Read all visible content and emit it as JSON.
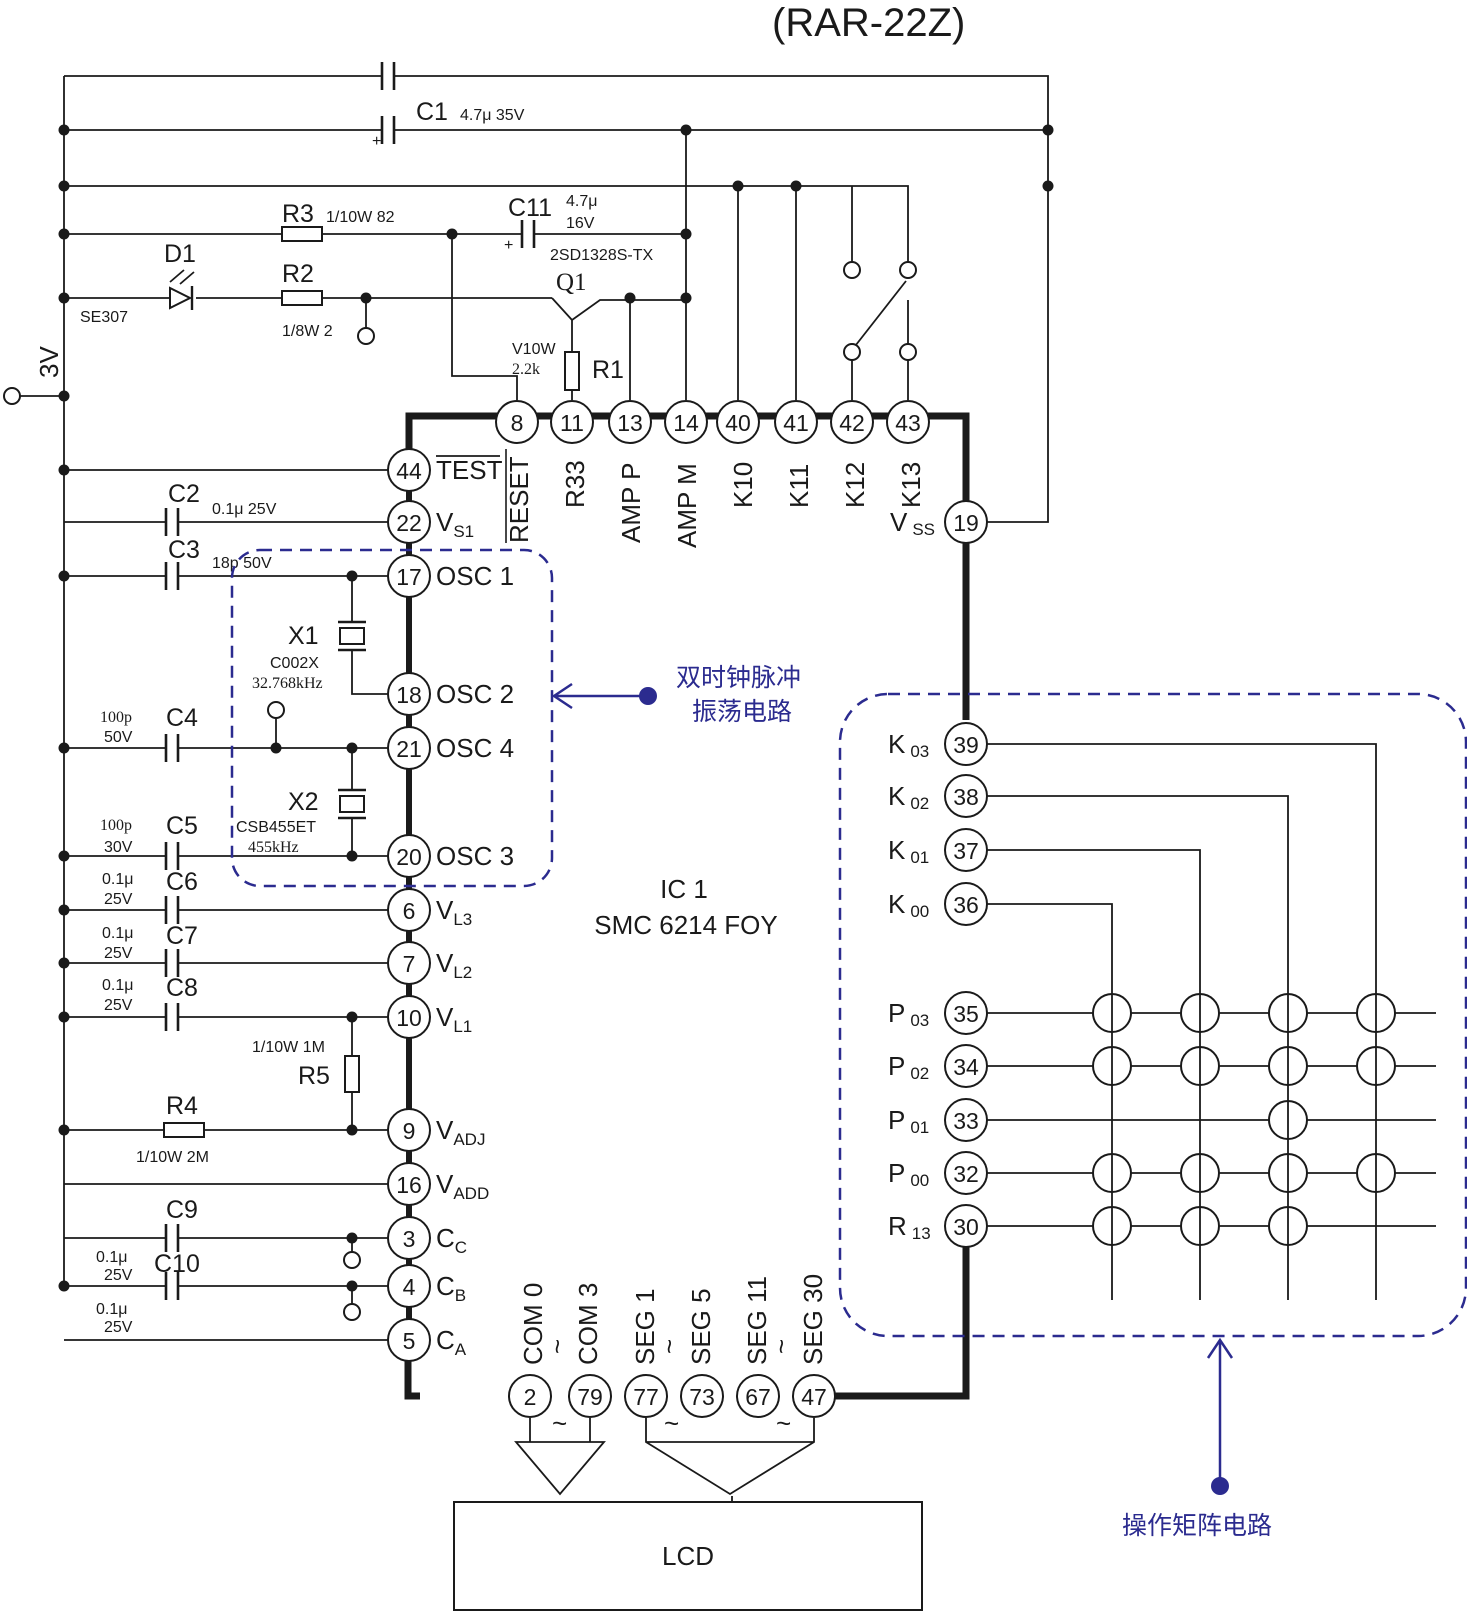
{
  "title": "(RAR-22Z)",
  "supply": "3V",
  "ic": {
    "name": "IC 1",
    "part": "SMC 6214 FOY"
  },
  "lcd": "LCD",
  "annotations": {
    "osc": [
      "双时钟脉冲",
      "振荡电路"
    ],
    "matrix": "操作矩阵电路"
  },
  "components": {
    "C1": {
      "name": "C1",
      "value": "4.7μ 35V"
    },
    "C11": {
      "name": "C11",
      "value1": "4.7μ",
      "value2": "16V"
    },
    "R3": {
      "name": "R3",
      "value": "1/10W 82"
    },
    "D1": {
      "name": "D1",
      "part": "SE307"
    },
    "R2": {
      "name": "R2",
      "value": "1/8W 2"
    },
    "Q1": {
      "name": "Q1",
      "part": "2SD1328S-TX"
    },
    "R1": {
      "name": "R1",
      "value1": "V10W",
      "value2": "2.2k"
    },
    "C2": {
      "name": "C2",
      "value": "0.1μ 25V"
    },
    "C3": {
      "name": "C3",
      "value": "18p 50V"
    },
    "X1": {
      "name": "X1",
      "part": "C002X",
      "freq": "32.768kHz"
    },
    "C4": {
      "name": "C4",
      "value1": "100p",
      "value2": "50V"
    },
    "X2": {
      "name": "X2",
      "part": "CSB455ET",
      "freq": "455kHz"
    },
    "C5": {
      "name": "C5",
      "value1": "100p",
      "value2": "30V"
    },
    "C6": {
      "name": "C6",
      "value1": "0.1μ",
      "value2": "25V"
    },
    "C7": {
      "name": "C7",
      "value1": "0.1μ",
      "value2": "25V"
    },
    "C8": {
      "name": "C8",
      "value1": "0.1μ",
      "value2": "25V"
    },
    "R5": {
      "name": "R5",
      "value": "1/10W 1M"
    },
    "R4": {
      "name": "R4",
      "value": "1/10W 2M"
    },
    "C9": {
      "name": "C9",
      "value1": "0.1μ",
      "value2": "25V"
    },
    "C10": {
      "name": "C10",
      "value1": "0.1μ",
      "value2": "25V"
    }
  },
  "pins": {
    "top": [
      {
        "num": "8",
        "label": "RESET"
      },
      {
        "num": "11",
        "label": "R33"
      },
      {
        "num": "13",
        "label": "AMP P"
      },
      {
        "num": "14",
        "label": "AMP M"
      },
      {
        "num": "40",
        "label": "K10"
      },
      {
        "num": "41",
        "label": "K11"
      },
      {
        "num": "42",
        "label": "K12"
      },
      {
        "num": "43",
        "label": "K13"
      }
    ],
    "left": [
      {
        "num": "44",
        "label": "TEST",
        "sub": ""
      },
      {
        "num": "22",
        "label": "V",
        "sub": "S1"
      },
      {
        "num": "17",
        "label": "OSC 1",
        "sub": ""
      },
      {
        "num": "18",
        "label": "OSC 2",
        "sub": ""
      },
      {
        "num": "21",
        "label": "OSC 4",
        "sub": ""
      },
      {
        "num": "20",
        "label": "OSC 3",
        "sub": ""
      },
      {
        "num": "6",
        "label": "V",
        "sub": "L3"
      },
      {
        "num": "7",
        "label": "V",
        "sub": "L2"
      },
      {
        "num": "10",
        "label": "V",
        "sub": "L1"
      },
      {
        "num": "9",
        "label": "V",
        "sub": "ADJ"
      },
      {
        "num": "16",
        "label": "V",
        "sub": "ADD"
      },
      {
        "num": "3",
        "label": "C",
        "sub": "C"
      },
      {
        "num": "4",
        "label": "C",
        "sub": "B"
      },
      {
        "num": "5",
        "label": "C",
        "sub": "A"
      }
    ],
    "right": [
      {
        "num": "19",
        "label": "V",
        "sub": "SS"
      },
      {
        "num": "39",
        "label": "K",
        "sub": "03"
      },
      {
        "num": "38",
        "label": "K",
        "sub": "02"
      },
      {
        "num": "37",
        "label": "K",
        "sub": "01"
      },
      {
        "num": "36",
        "label": "K",
        "sub": "00"
      },
      {
        "num": "35",
        "label": "P",
        "sub": "03"
      },
      {
        "num": "34",
        "label": "P",
        "sub": "02"
      },
      {
        "num": "33",
        "label": "P",
        "sub": "01"
      },
      {
        "num": "32",
        "label": "P",
        "sub": "00"
      },
      {
        "num": "30",
        "label": "R",
        "sub": "13"
      }
    ],
    "bottom": [
      {
        "num": "2"
      },
      {
        "num": "79"
      },
      {
        "num": "77"
      },
      {
        "num": "73"
      },
      {
        "num": "67"
      },
      {
        "num": "47"
      }
    ],
    "bottom_groups": [
      {
        "from": "COM 0",
        "to": "COM 3"
      },
      {
        "from": "SEG 1",
        "to": "SEG 5"
      },
      {
        "from": "SEG 11",
        "to": "SEG 30"
      }
    ],
    "tilde": "~"
  }
}
